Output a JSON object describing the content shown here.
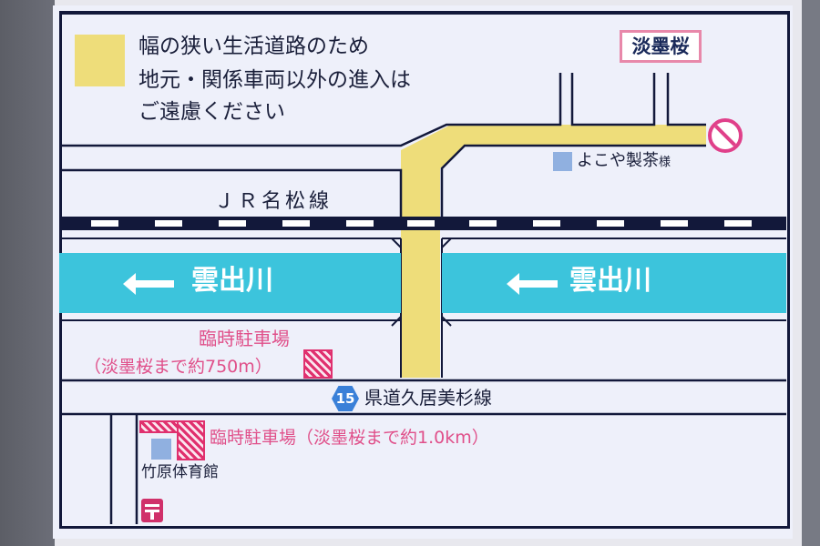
{
  "legend": {
    "lines": [
      "幅の狭い生活道路のため",
      "地元・関係車両以外の進入は",
      "ご遠慮ください"
    ]
  },
  "destination": "淡墨桜",
  "shop": {
    "name": "よこや製茶",
    "suffix": "様"
  },
  "railway": "ＪＲ名松線",
  "river": "雲出川",
  "parking1": {
    "title": "臨時駐車場",
    "distance": "（淡墨桜まで約750m）"
  },
  "route": {
    "number": "15",
    "name": "県道久居美杉線"
  },
  "parking2": "臨時駐車場（淡墨桜まで約1.0km）",
  "gym": "竹原体育館",
  "colors": {
    "road": "#eedd7a",
    "river": "#3cc4dc",
    "accent": "#e0306e",
    "navy": "#12183a"
  }
}
